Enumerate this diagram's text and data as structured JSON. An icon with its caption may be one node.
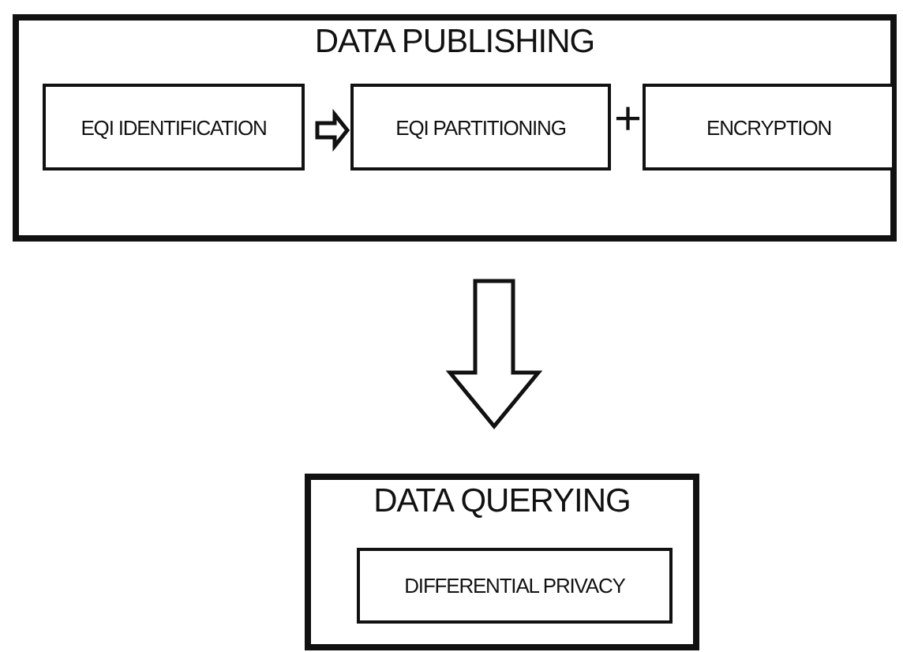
{
  "diagram": {
    "nodes": [
      {
        "text": [
          "DATA PUBLISHING"
        ]
      },
      {
        "text": [
          "EQI IDENTIFICATION"
        ],
        "in": 0
      },
      {
        "text": [
          "EQI PARTITIONING"
        ],
        "in": 0
      },
      {
        "text": [
          "ENCRYPTION"
        ],
        "in": 0
      },
      {
        "text": [
          "DATA QUERYING"
        ]
      },
      {
        "text": [
          "DIFFERENTIAL PRIVACY"
        ],
        "in": 4
      }
    ],
    "edges": [
      {
        "from": 1,
        "to": 2,
        "arrow": "to"
      },
      {
        "from": 0,
        "to": 4,
        "arrow": "to"
      }
    ],
    "labels": [
      "+"
    ]
  }
}
